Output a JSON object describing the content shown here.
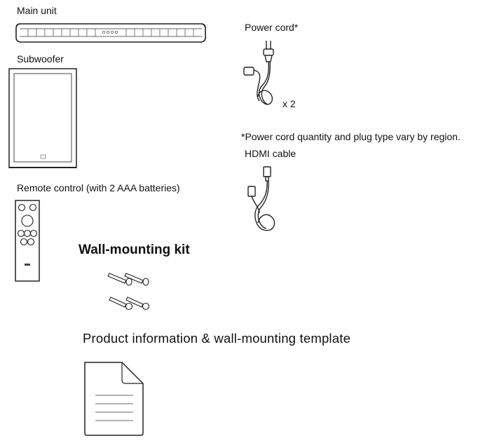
{
  "items": {
    "main_unit": "Main unit",
    "subwoofer": "Subwoofer",
    "remote": "Remote control (with 2 AAA batteries)",
    "power_cord": "Power cord*",
    "power_qty": "x 2",
    "power_note": "*Power cord quantity and plug type vary by region.",
    "hdmi": "HDMI cable",
    "wall_kit": "Wall-mounting kit",
    "product_info": "Product information & wall-mounting template"
  }
}
